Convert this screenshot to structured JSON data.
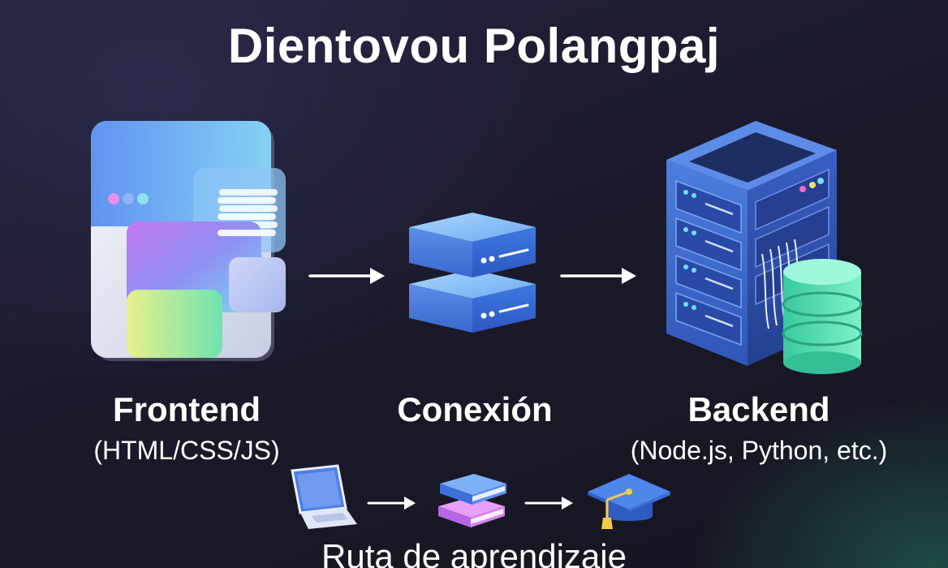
{
  "title": "Dientovou Polangpaj",
  "nodes": [
    {
      "name": "Frontend",
      "detail": "(HTML/CSS/JS)",
      "icon": "browser-window-icon"
    },
    {
      "name": "Conexión",
      "detail": "",
      "icon": "server-connection-icon"
    },
    {
      "name": "Backend",
      "detail": "(Node.js, Python, etc.)",
      "icon": "server-database-icon"
    }
  ],
  "learning_path": {
    "label": "Ruta de aprendizaje",
    "steps": [
      "laptop-icon",
      "books-icon",
      "graduation-cap-icon"
    ]
  },
  "colors": {
    "background": "#1b1a2c",
    "arrow": "#ffffff",
    "accent_blue": "#3f6fd8",
    "accent_green": "#37d3a4",
    "accent_purple": "#a77bf0"
  }
}
